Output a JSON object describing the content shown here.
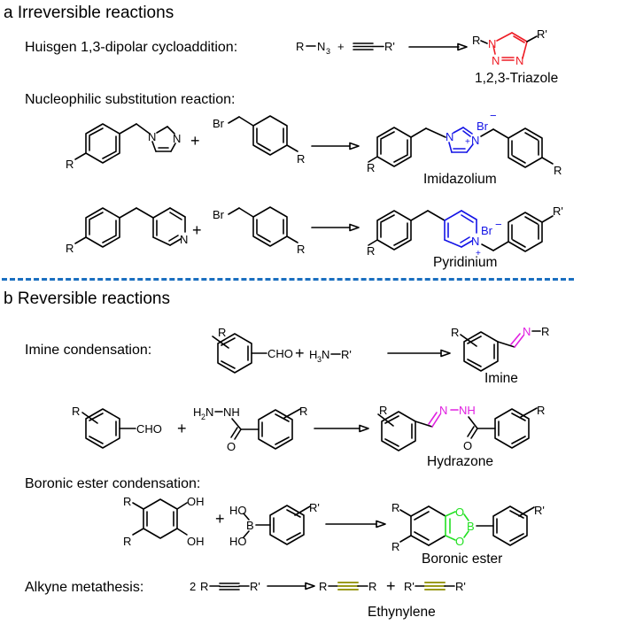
{
  "sections": {
    "a": {
      "title": "a Irreversible reactions",
      "reactions": {
        "huisgen": {
          "label": "Huisgen 1,3-dipolar cycloaddition:",
          "product_name": "1,2,3-Triazole",
          "highlight_color": "#ee1c25"
        },
        "nucleophilic": {
          "label": "Nucleophilic substitution reaction:",
          "products": [
            "Imidazolium",
            "Pyridinium"
          ],
          "highlight_color": "#1414e6"
        }
      }
    },
    "b": {
      "title": "b Reversible reactions",
      "reactions": {
        "imine": {
          "label": "Imine condensation:",
          "products": [
            "Imine",
            "Hydrazone"
          ],
          "highlight_color": "#e020e0"
        },
        "boronic": {
          "label": "Boronic ester condensation:",
          "product_name": "Boronic ester",
          "highlight_color": "#22e022"
        },
        "alkyne": {
          "label": "Alkyne metathesis:",
          "product_name": "Ethynylene",
          "highlight_color": "#9a9a1c"
        }
      }
    }
  },
  "divider_color": "#1a6fc0",
  "atoms": {
    "R": "R",
    "Rp": "R'",
    "N": "N",
    "Br": "Br",
    "O": "O",
    "OH": "OH",
    "HO": "HO",
    "B": "B",
    "N3": "N",
    "sub3": "3",
    "CHO": "CHO",
    "H3N": "H",
    "NH": "NH",
    "H2N": "H",
    "sub2": "2",
    "plus": "+",
    "minus": "−",
    "two": "2",
    "N_R": "N−R"
  }
}
